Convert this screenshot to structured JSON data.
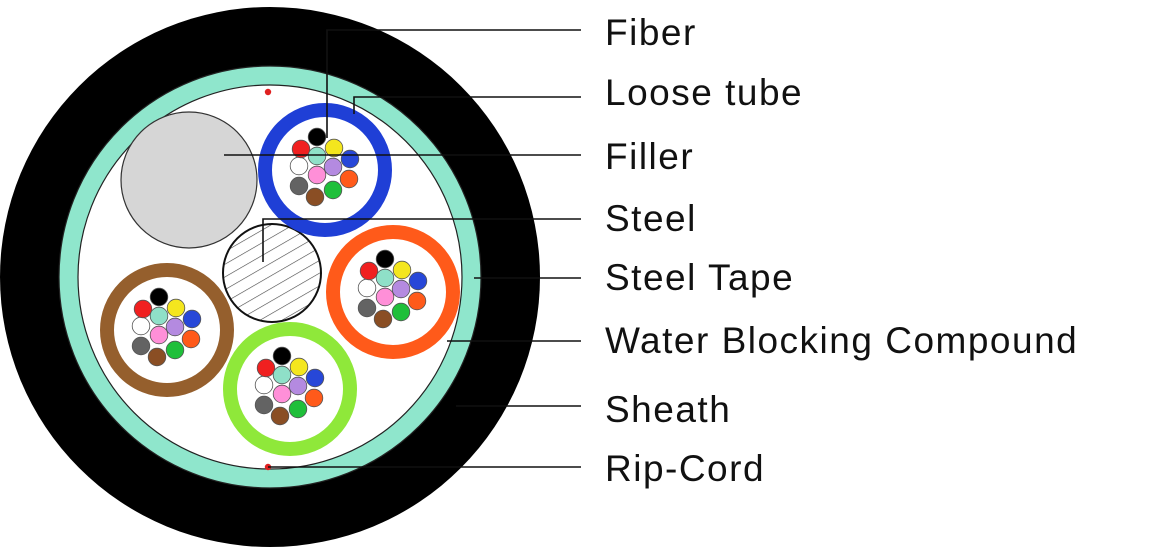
{
  "labels": {
    "fiber": "Fiber",
    "loose_tube": "Loose tube",
    "filler": "Filler",
    "steel": "Steel",
    "steel_tape": "Steel Tape",
    "water_blocking_compound": "Water Blocking Compound",
    "sheath": "Sheath",
    "rip_cord": "Rip-Cord"
  },
  "colors": {
    "sheath": "#000000",
    "steel_tape": "#8fe6cc",
    "compound": "#ffffff",
    "filler": "#d6d6d6",
    "rip_cord": "#e02020",
    "tube_blue": "#1f3fd6",
    "tube_orange": "#ff5a1a",
    "tube_brown": "#955f2d",
    "tube_green": "#8fe83a",
    "fibers": [
      "#000000",
      "#f4e61e",
      "#2747d8",
      "#ff5a1a",
      "#1fbf3a",
      "#8a4e24",
      "#636363",
      "#ffffff",
      "#f02020",
      "#8fe0c8",
      "#b48ae0",
      "#ff8fd8"
    ]
  }
}
